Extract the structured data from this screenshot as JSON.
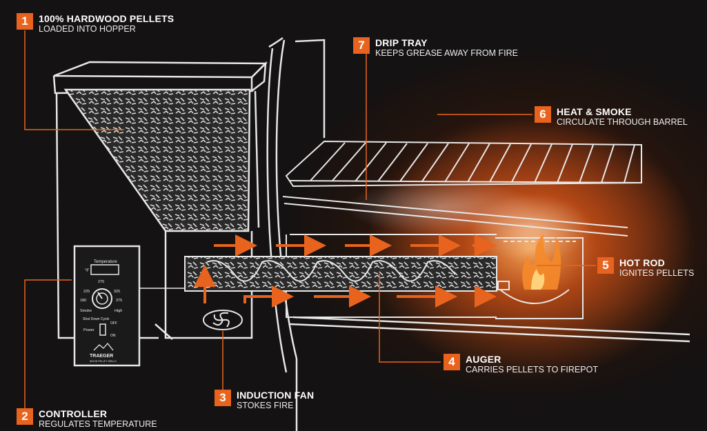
{
  "accent_color": "#e8641e",
  "callouts": [
    {
      "number": "1",
      "title": "100% HARDWOOD PELLETS",
      "subtitle": "LOADED INTO HOPPER"
    },
    {
      "number": "2",
      "title": "CONTROLLER",
      "subtitle": "REGULATES TEMPERATURE"
    },
    {
      "number": "3",
      "title": "INDUCTION FAN",
      "subtitle": "STOKES FIRE"
    },
    {
      "number": "4",
      "title": "AUGER",
      "subtitle": "CARRIES PELLETS TO FIREPOT"
    },
    {
      "number": "5",
      "title": "HOT ROD",
      "subtitle": "IGNITES PELLETS"
    },
    {
      "number": "6",
      "title": "HEAT & SMOKE",
      "subtitle": "CIRCULATE THROUGH BARREL"
    },
    {
      "number": "7",
      "title": "DRIP TRAY",
      "subtitle": "KEEPS GREASE AWAY FROM FIRE"
    }
  ],
  "controller_panel": {
    "display_label": "Temperature",
    "display_unit": "°F",
    "dial_labels": [
      "225",
      "275",
      "325",
      "180",
      "375",
      "Smoke",
      "High"
    ],
    "shutdown_label": "Shut Down Cycle",
    "power_label": "Power",
    "switch_off": "OFF",
    "switch_on": "ON",
    "brand": "TRAEGER",
    "brand_sub": "WOOD PELLET GRILLS"
  }
}
